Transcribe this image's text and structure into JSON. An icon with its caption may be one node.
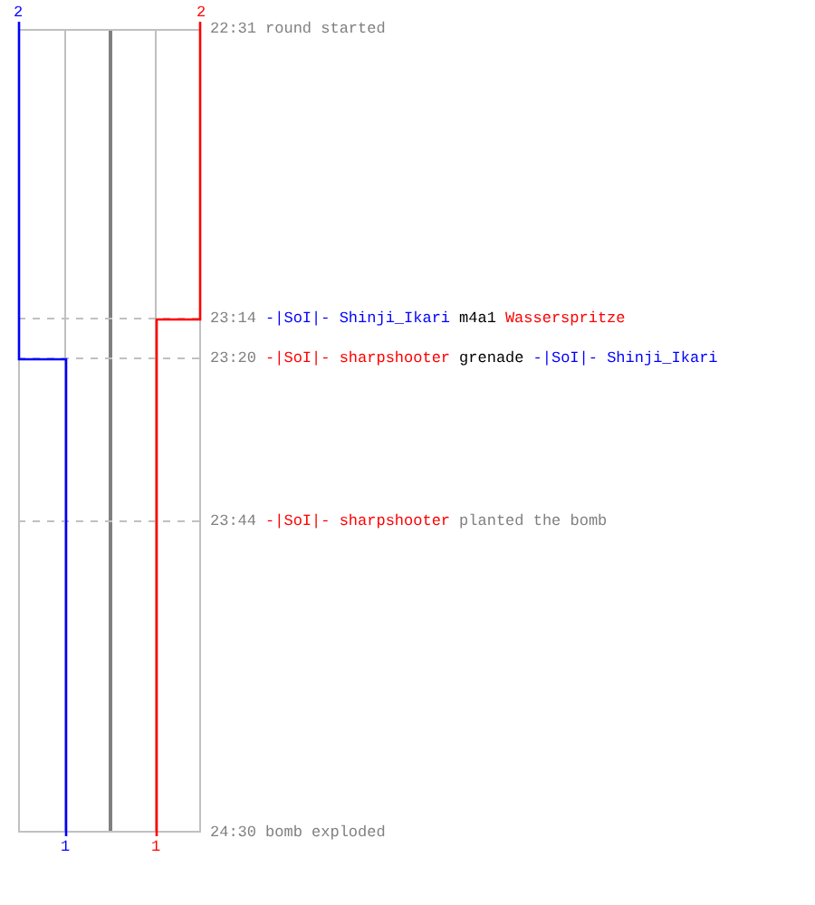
{
  "diagram": {
    "labels": [
      "2",
      "2",
      "22:31",
      "round started",
      "23:14",
      "-|SoI|- Shinji_Ikari",
      "m4a1",
      "Wasserspritze",
      "23:20",
      "-|SoI|- sharpshooter",
      "grenade",
      "-|SoI|- Shinji_Ikari",
      "23:44",
      "-|SoI|- sharpshooter",
      "planted the bomb",
      "24:30",
      "bomb exploded",
      "1",
      "1"
    ]
  }
}
